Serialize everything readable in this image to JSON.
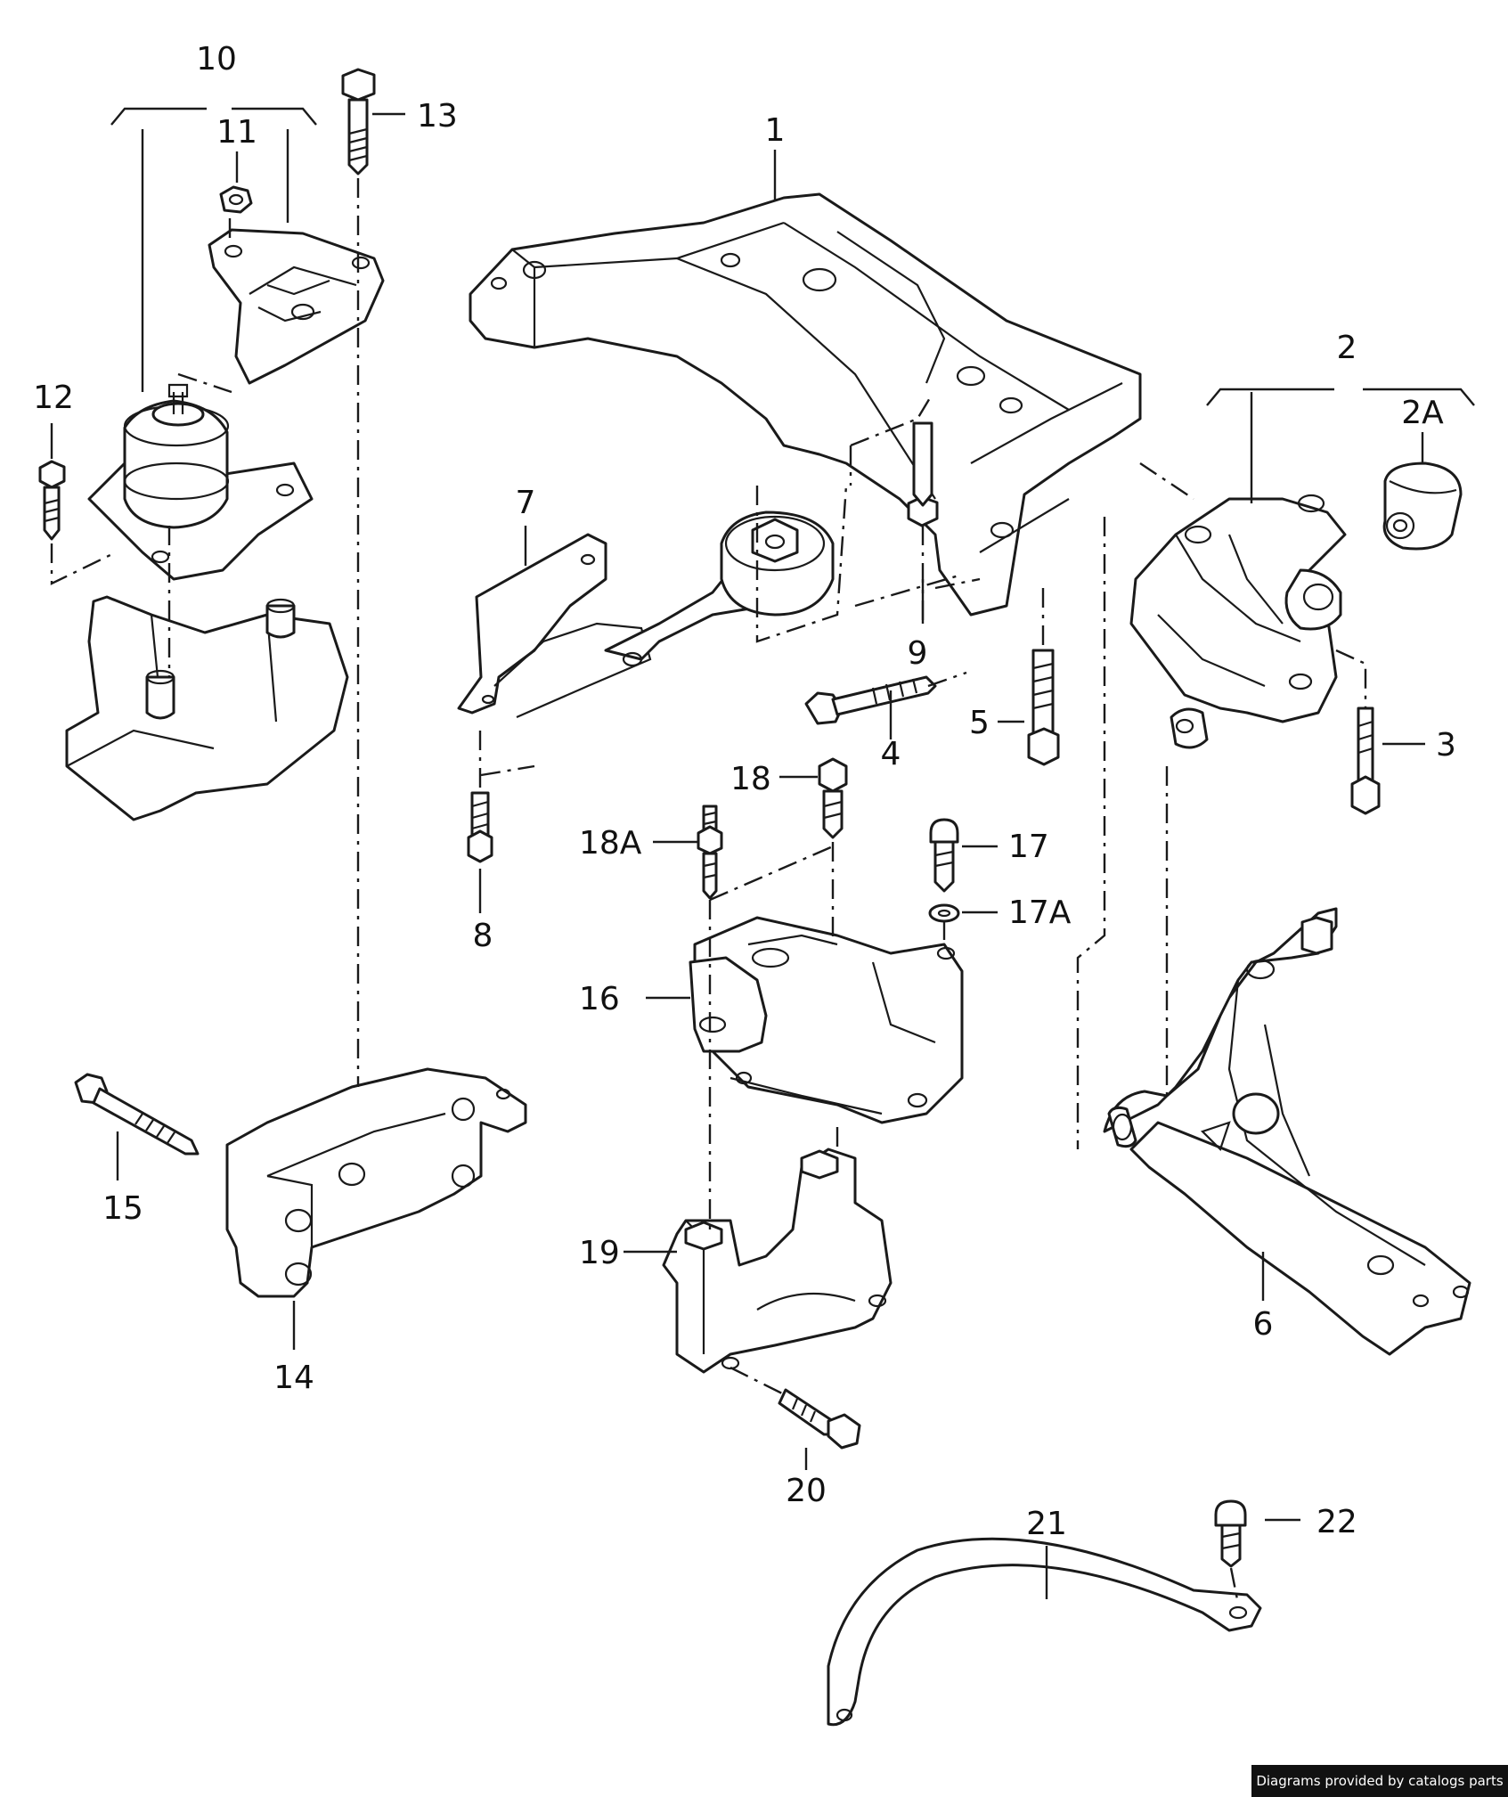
{
  "labels": [
    {
      "id": "1",
      "text": "1"
    },
    {
      "id": "2",
      "text": "2"
    },
    {
      "id": "2A",
      "text": "2A"
    },
    {
      "id": "3",
      "text": "3"
    },
    {
      "id": "4",
      "text": "4"
    },
    {
      "id": "5",
      "text": "5"
    },
    {
      "id": "6",
      "text": "6"
    },
    {
      "id": "7",
      "text": "7"
    },
    {
      "id": "8",
      "text": "8"
    },
    {
      "id": "9",
      "text": "9"
    },
    {
      "id": "10",
      "text": "10"
    },
    {
      "id": "11",
      "text": "11"
    },
    {
      "id": "12",
      "text": "12"
    },
    {
      "id": "13",
      "text": "13"
    },
    {
      "id": "14",
      "text": "14"
    },
    {
      "id": "15",
      "text": "15"
    },
    {
      "id": "16",
      "text": "16"
    },
    {
      "id": "17",
      "text": "17"
    },
    {
      "id": "17A",
      "text": "17A"
    },
    {
      "id": "18",
      "text": "18"
    },
    {
      "id": "18A",
      "text": "18A"
    },
    {
      "id": "19",
      "text": "19"
    },
    {
      "id": "20",
      "text": "20"
    },
    {
      "id": "21",
      "text": "21"
    },
    {
      "id": "22",
      "text": "22"
    }
  ],
  "credit": "Diagrams provided by catalogs parts"
}
